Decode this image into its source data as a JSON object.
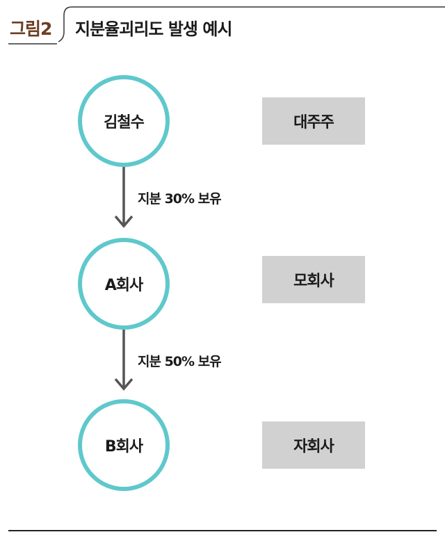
{
  "figure": {
    "label": "그림2",
    "title": "지분율괴리도 발생 예시"
  },
  "nodes": [
    {
      "name": "김철수",
      "role": "대주주"
    },
    {
      "name": "A회사",
      "role": "모회사"
    },
    {
      "name": "B회사",
      "role": "자회사"
    }
  ],
  "edges": [
    {
      "label": "지분 30% 보유"
    },
    {
      "label": "지분 50% 보유"
    }
  ],
  "colors": {
    "node_border": "#5ec8cc",
    "role_box": "#d1d1d1",
    "arrow": "#555555",
    "figure_label": "#6b3e22"
  }
}
